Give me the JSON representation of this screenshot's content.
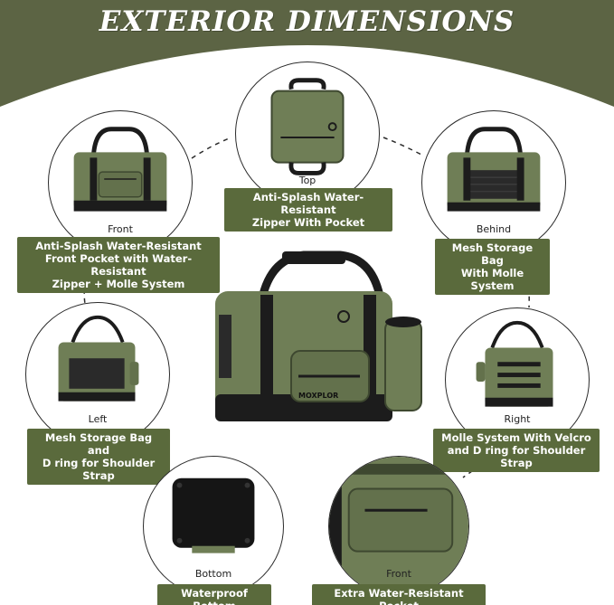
{
  "title": "EXTERIOR DIMENSIONS",
  "brand": "MOXPLOR",
  "colors": {
    "olive": "#6b7a52",
    "caption_bg": "#5a6a3c",
    "band": "#5c6444",
    "strap": "#1c1c1c"
  },
  "views": {
    "top": {
      "label": "Top",
      "caption": [
        "Anti-Splash Water-Resistant",
        "Zipper With Pocket"
      ]
    },
    "front": {
      "label": "Front",
      "caption": [
        "Anti-Splash Water-Resistant",
        "Front Pocket with Water-Resistant",
        "Zipper + Molle System"
      ]
    },
    "behind": {
      "label": "Behind",
      "caption": [
        "Mesh Storage Bag",
        "With Molle System"
      ]
    },
    "left": {
      "label": "Left",
      "caption": [
        "Mesh Storage Bag and",
        "D ring for Shoulder Strap"
      ]
    },
    "right": {
      "label": "Right",
      "caption": [
        "Molle System With Velcro",
        "and D ring for Shoulder Strap"
      ]
    },
    "bottom": {
      "label": "Bottom",
      "caption": [
        "Waterproof Bottom"
      ]
    },
    "front_pocket": {
      "label": "Front",
      "caption": [
        "Extra Water-Resistant Pocket"
      ]
    }
  }
}
